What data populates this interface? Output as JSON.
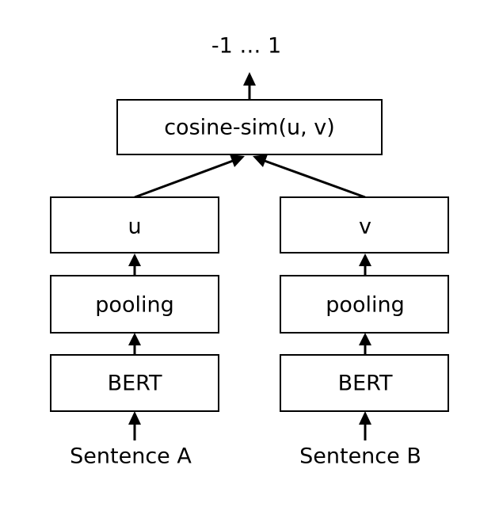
{
  "output_label": "-1 … 1",
  "similarity_box": {
    "label": "cosine-sim(u, v)"
  },
  "branch_a": {
    "embedding_label": "u",
    "pooling_label": "pooling",
    "encoder_label": "BERT",
    "input_label": "Sentence A"
  },
  "branch_b": {
    "embedding_label": "v",
    "pooling_label": "pooling",
    "encoder_label": "BERT",
    "input_label": "Sentence B"
  }
}
